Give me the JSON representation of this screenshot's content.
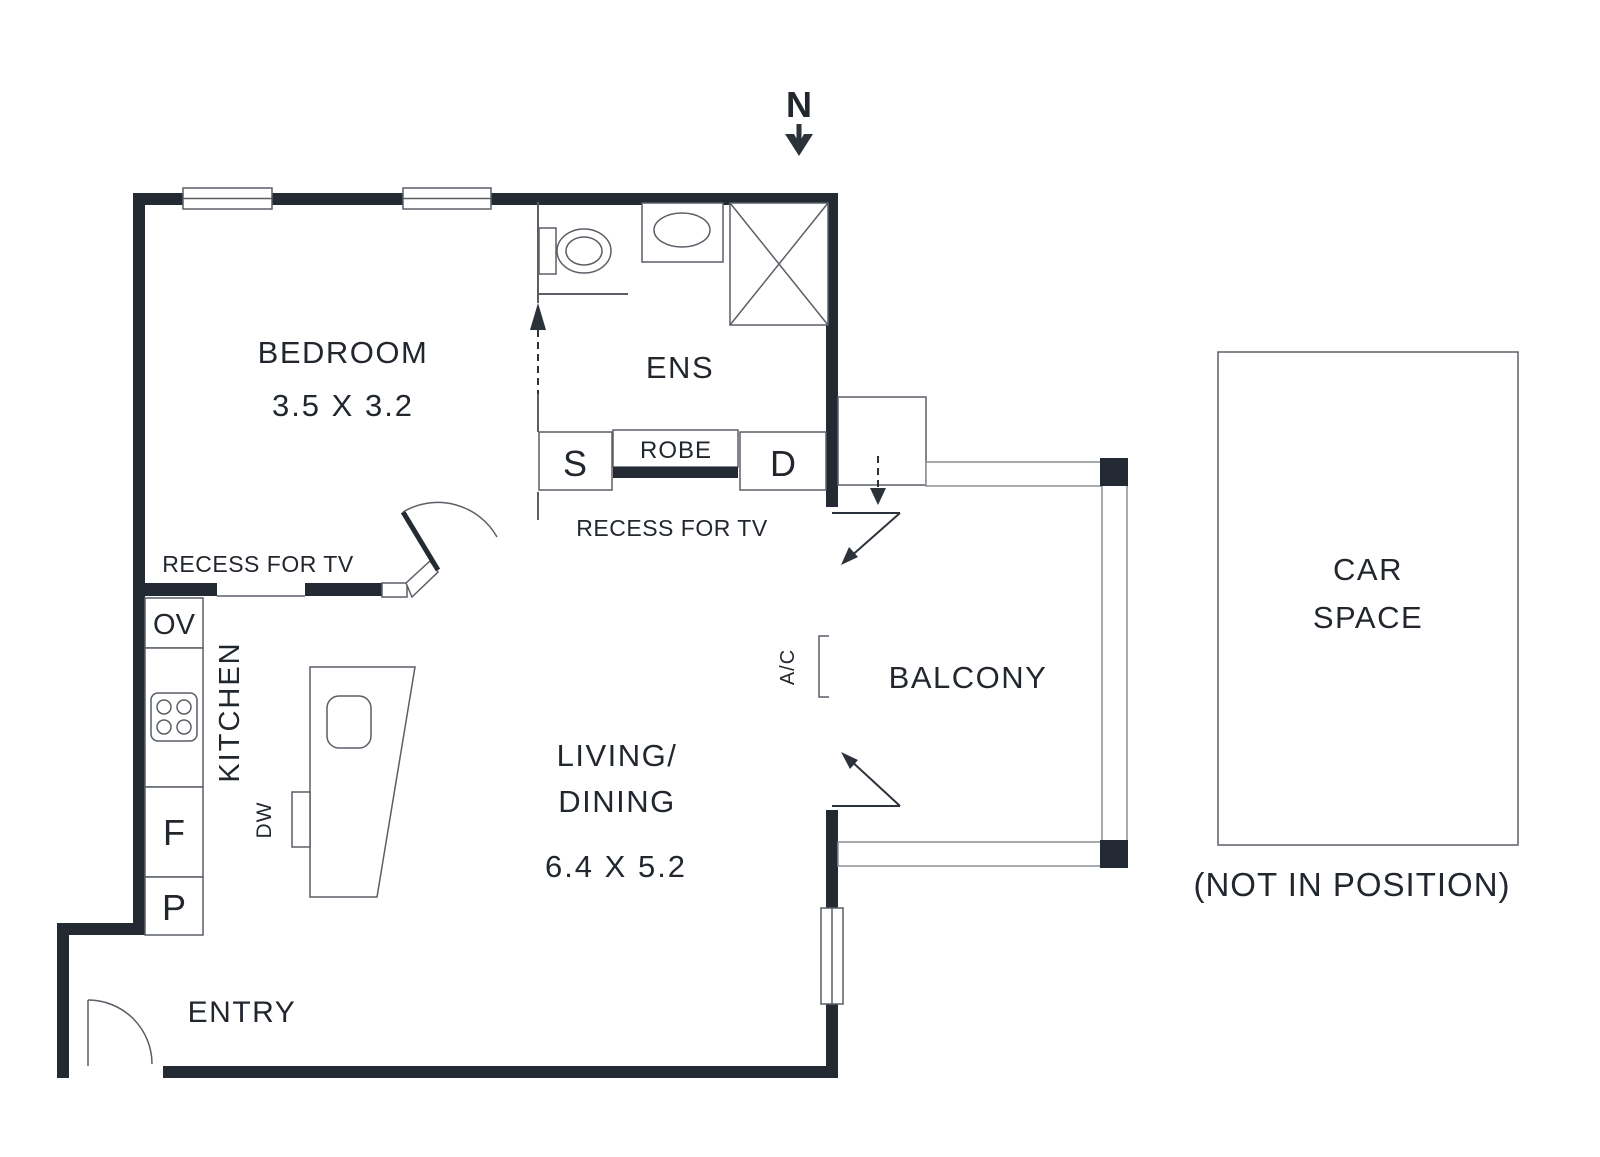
{
  "north": {
    "label": "N"
  },
  "rooms": {
    "bedroom": {
      "label": "BEDROOM",
      "dims": "3.5 X 3.2"
    },
    "ens": {
      "label": "ENS"
    },
    "living_dining": {
      "label_line1": "LIVING/",
      "label_line2": "DINING",
      "dims": "6.4 X 5.2"
    },
    "kitchen": {
      "label": "KITCHEN"
    },
    "balcony": {
      "label": "BALCONY"
    },
    "entry": {
      "label": "ENTRY"
    },
    "car_space": {
      "label_line1": "CAR",
      "label_line2": "SPACE",
      "note": "(NOT IN POSITION)"
    }
  },
  "fixtures": {
    "oven": "OV",
    "fridge": "F",
    "pantry": "P",
    "dishwasher": "DW",
    "robe": "ROBE",
    "robe_s": "S",
    "robe_d": "D",
    "air_conditioner": "A/C"
  },
  "annotations": {
    "recess_tv_bedroom": "RECESS FOR TV",
    "recess_tv_living": "RECESS FOR TV"
  },
  "colors": {
    "wall": "#232a33",
    "outline": "#5a5f66",
    "rail": "#8a8f94",
    "text": "#22272e",
    "background": "#ffffff"
  }
}
